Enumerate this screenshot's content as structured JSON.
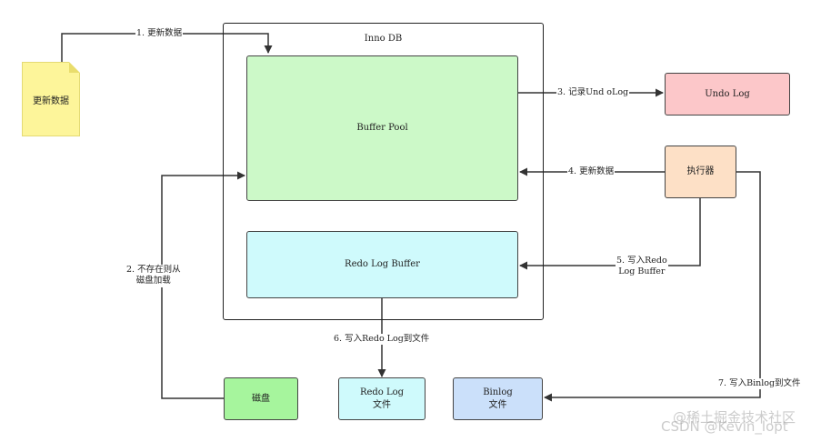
{
  "nodes": {
    "update_data_note": "更新数据",
    "innodb_title": "Inno DB",
    "buffer_pool": "Buffer Pool",
    "redo_log_buffer": "Redo Log Buffer",
    "undo_log": "Undo Log",
    "executor": "执行器",
    "disk": "磁盘",
    "redo_log_file_line1": "Redo Log",
    "redo_log_file_line2": "文件",
    "binlog_file_line1": "Binlog",
    "binlog_file_line2": "文件"
  },
  "edges": {
    "step1": "1. 更新数据",
    "step2_line1": "2. 不存在则从",
    "step2_line2": "磁盘加载",
    "step3": "3. 记录Und oLog",
    "step4": "4. 更新数据",
    "step5_line1": "5. 写入Redo",
    "step5_line2": "Log Buffer",
    "step6": "6. 写入Redo Log到文件",
    "step7": "7. 写入Binlog到文件"
  },
  "watermark": {
    "line1": "@稀土掘金技术社区",
    "line2": "CSDN @Kevin_lopt"
  },
  "colors": {
    "note": "#fdf59a",
    "buffer_pool": "#ccf9c8",
    "redo_log_buffer": "#cffafc",
    "undo_log": "#fcc7c9",
    "executor": "#fde0c6",
    "disk": "#a6f59d",
    "redo_log_file": "#cffafc",
    "binlog_file": "#cbe0fa",
    "line": "#333333"
  }
}
